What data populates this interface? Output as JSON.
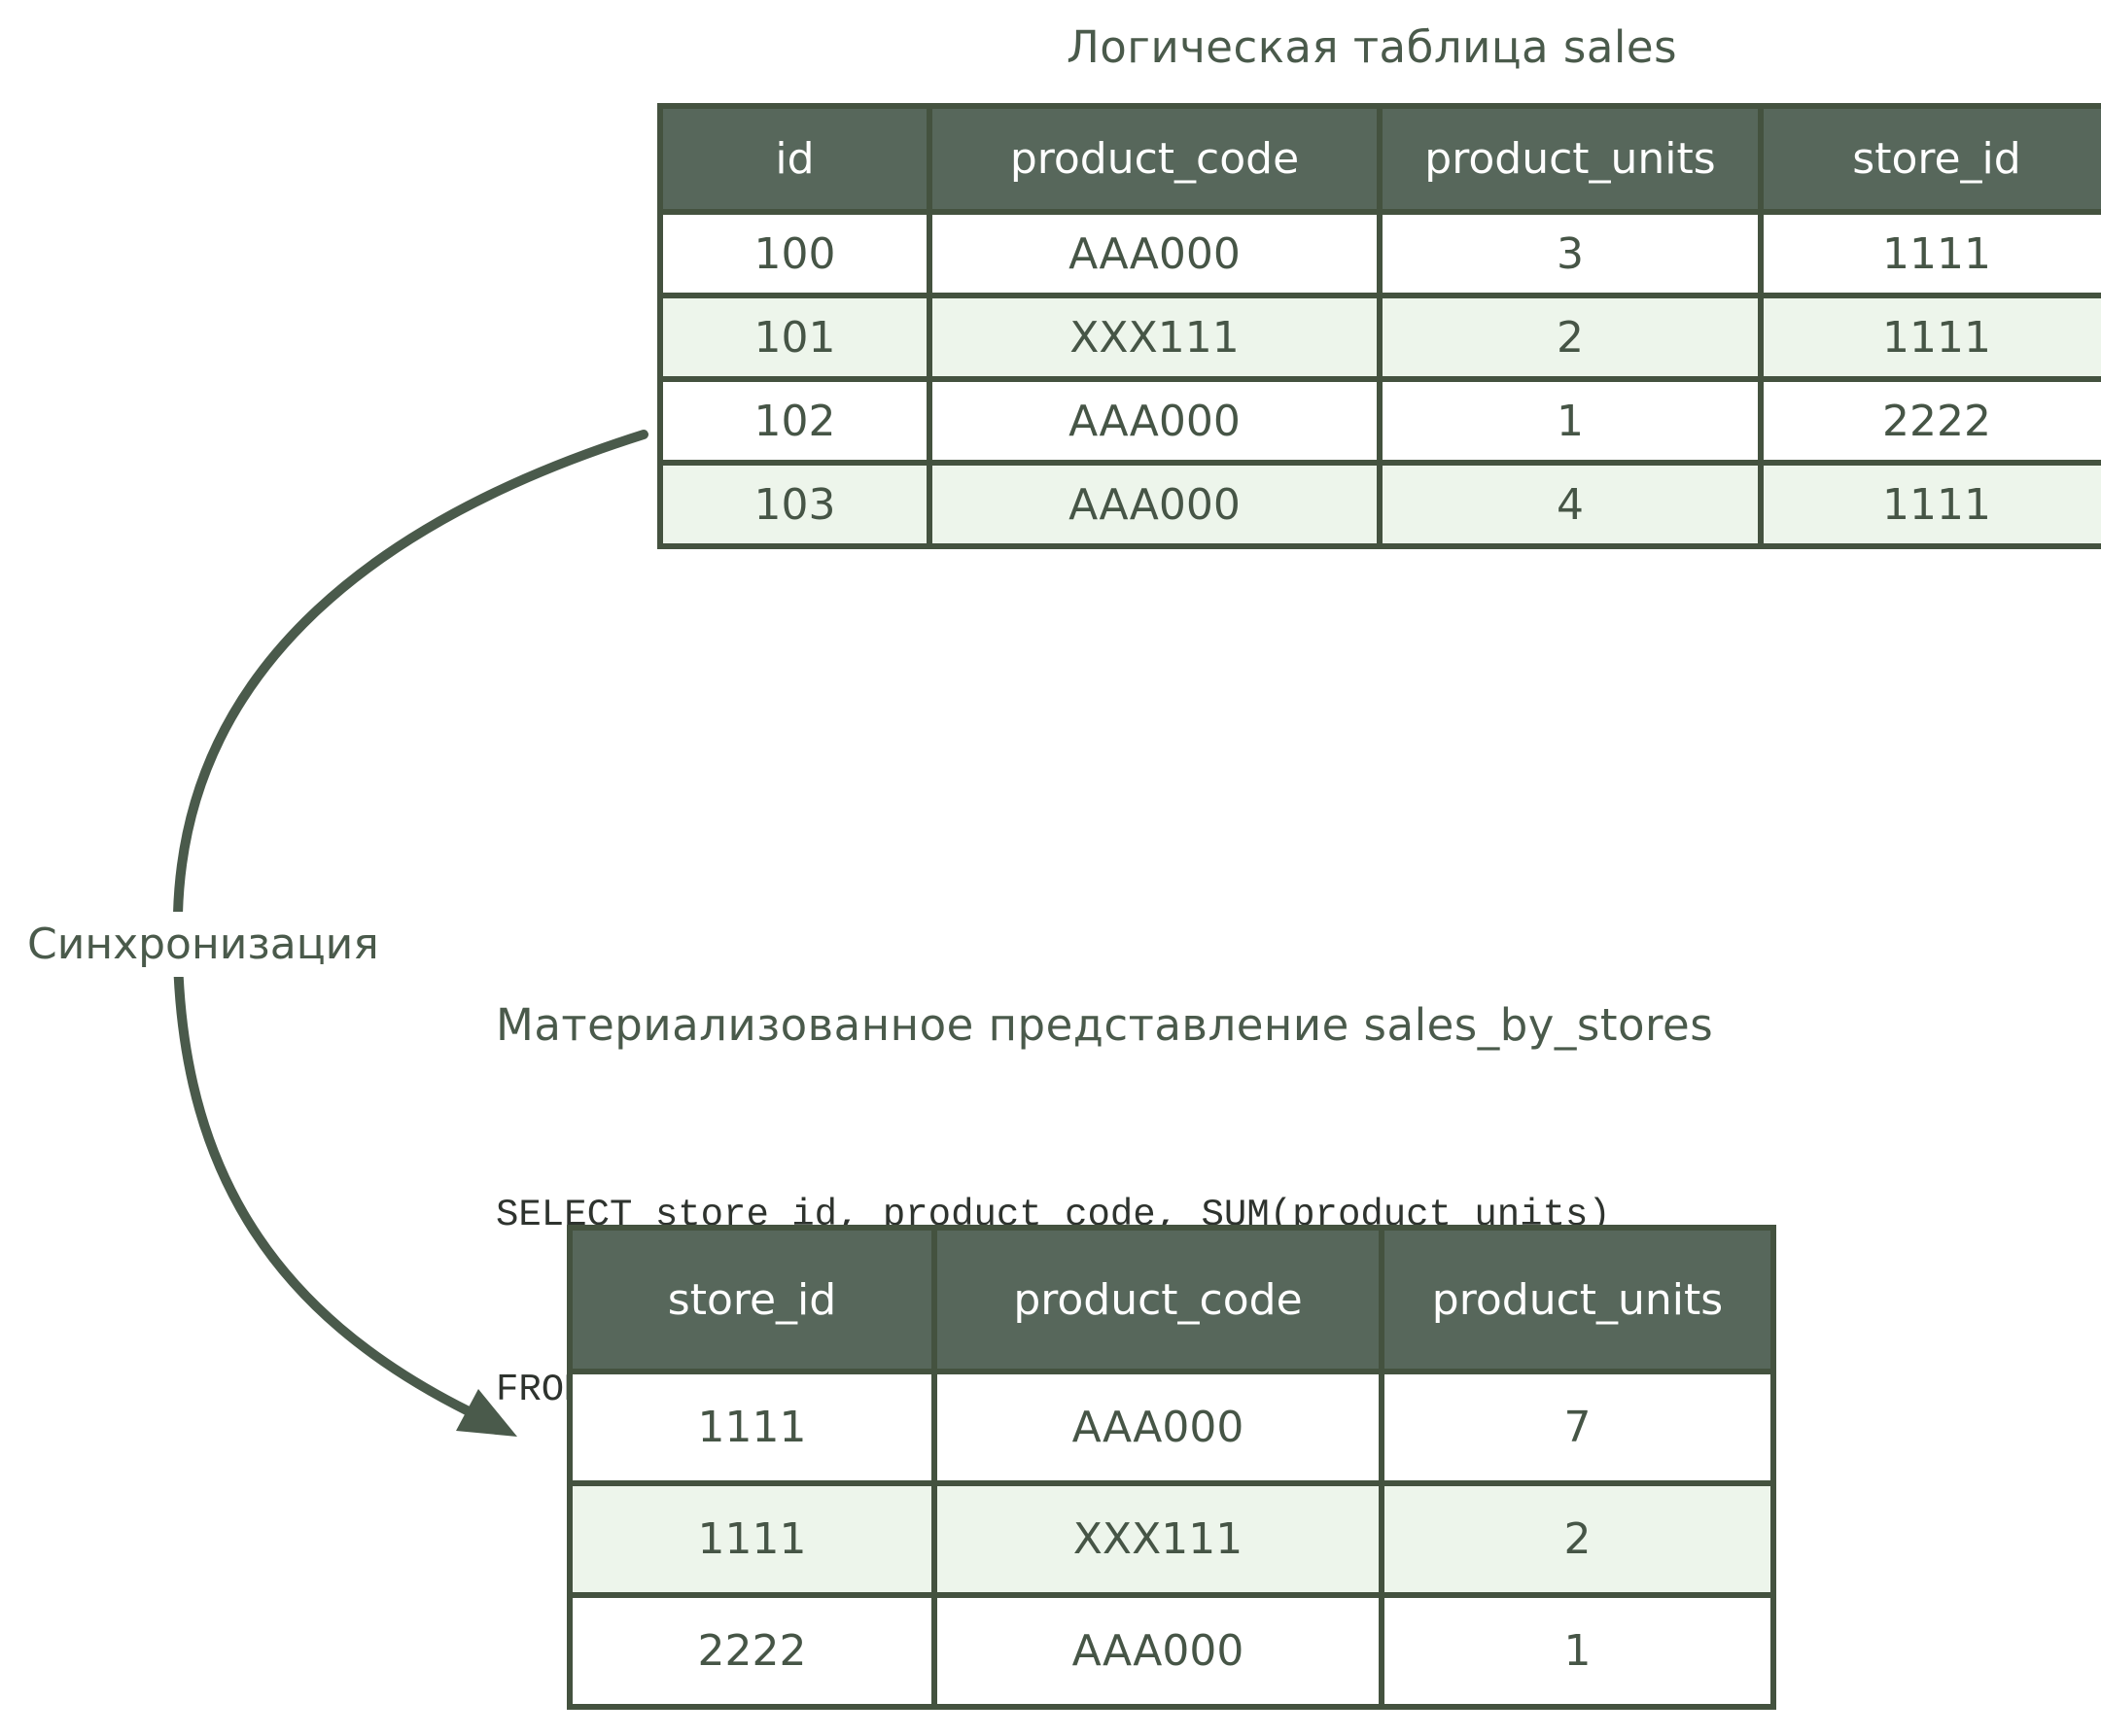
{
  "diagram": {
    "sync_label": "Синхронизация",
    "colors": {
      "header_bg": "#57675b",
      "table_border": "#44523f",
      "row_alt_bg": "#edf5eb",
      "row_bg": "#ffffff",
      "cell_text": "#465546",
      "title_text": "#4a5a4b",
      "sql_text": "#2e332e",
      "arrow": "#4a5a4b"
    }
  },
  "logical_table": {
    "title": "Логическая таблица sales",
    "headers": [
      "id",
      "product_code",
      "product_units",
      "store_id"
    ],
    "rows": [
      [
        "100",
        "AAA000",
        "3",
        "1111"
      ],
      [
        "101",
        "XXX111",
        "2",
        "1111"
      ],
      [
        "102",
        "AAA000",
        "1",
        "2222"
      ],
      [
        "103",
        "AAA000",
        "4",
        "1111"
      ]
    ]
  },
  "materialized_view": {
    "title": "Материализованное представление sales_by_stores",
    "sql_lines": [
      "SELECT store_id, product_code, SUM(product_units)",
      "FROM sales GROUP BY store_id, product_code"
    ],
    "headers": [
      "store_id",
      "product_code",
      "product_units"
    ],
    "rows": [
      [
        "1111",
        "AAA000",
        "7"
      ],
      [
        "1111",
        "XXX111",
        "2"
      ],
      [
        "2222",
        "AAA000",
        "1"
      ]
    ]
  }
}
